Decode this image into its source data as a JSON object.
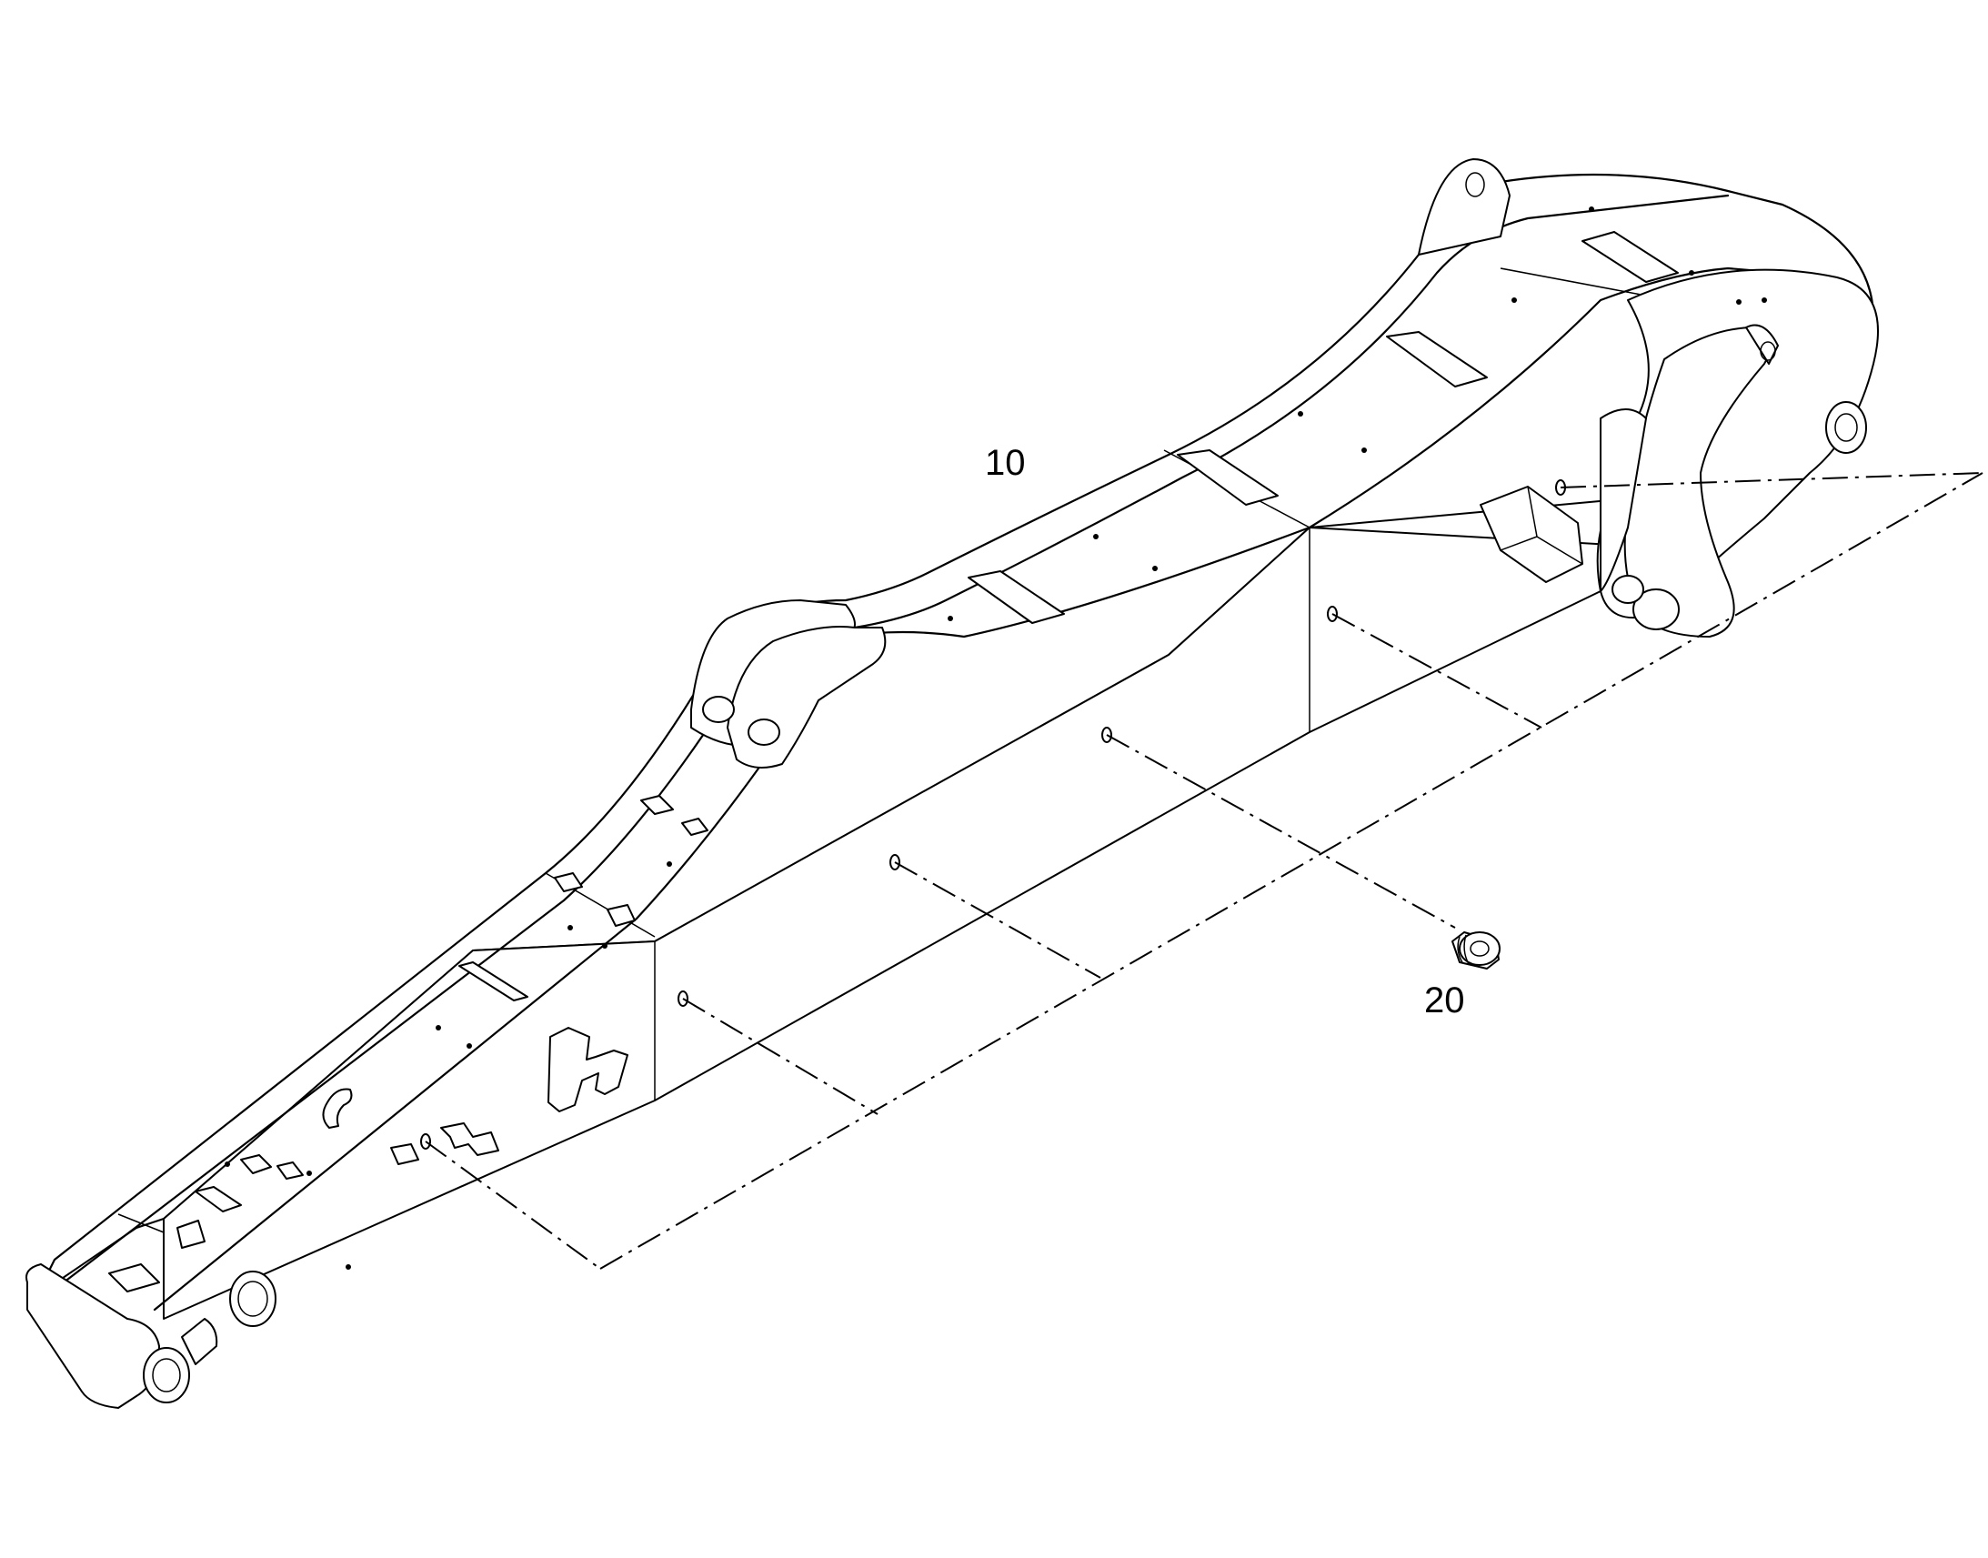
{
  "diagram": {
    "callouts": [
      {
        "id": "part-10",
        "label": "10"
      },
      {
        "id": "part-20",
        "label": "20"
      }
    ]
  }
}
